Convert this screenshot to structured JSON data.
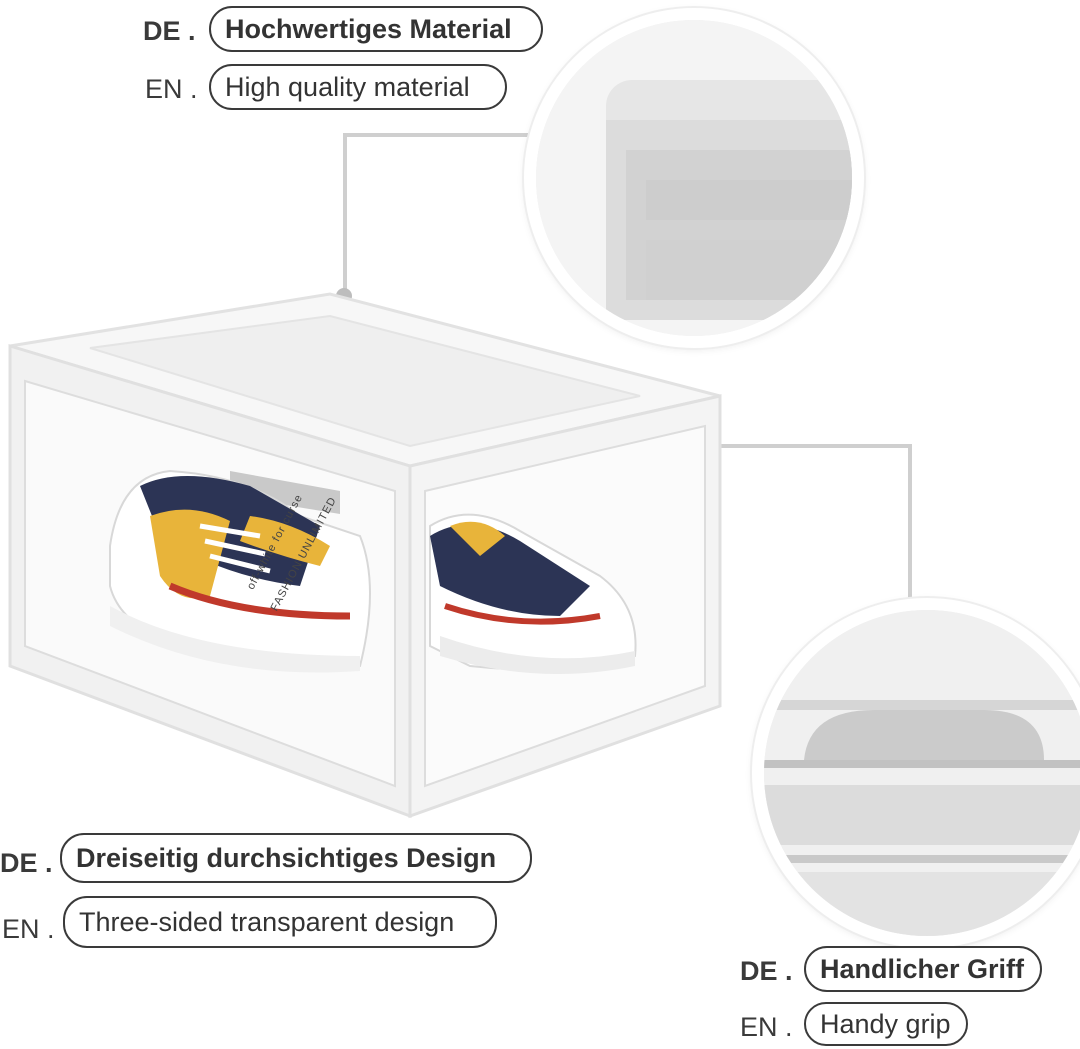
{
  "labels": {
    "top": {
      "de_prefix": "DE .",
      "de_text": "Hochwertiges Material",
      "en_prefix": "EN .",
      "en_text": "High quality material"
    },
    "left": {
      "de_prefix": "DE .",
      "de_text": "Dreiseitig durchsichtiges Design",
      "en_prefix": "EN .",
      "en_text": "Three-sided transparent design"
    },
    "bottom_right": {
      "de_prefix": "DE .",
      "de_text": "Handlicher Griff",
      "en_prefix": "EN .",
      "en_text": "Handy grip"
    }
  },
  "product_print_text": [
    "off-white for curse",
    "FASHION UNLIMITED"
  ],
  "colors": {
    "text": "#333333",
    "line": "#cfcfcf",
    "box": "#f3f3f3",
    "shoe_navy": "#2c3455",
    "shoe_yellow": "#e8b43a",
    "shoe_red": "#c0392b"
  },
  "icons": [
    "zoom-detail-lid",
    "zoom-detail-grip"
  ]
}
